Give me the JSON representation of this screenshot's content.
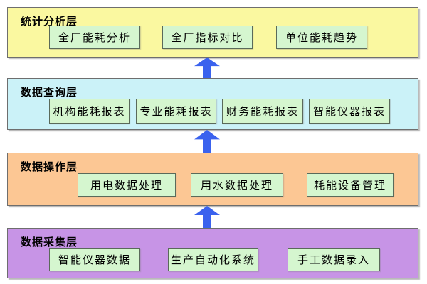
{
  "diagram": {
    "arrow": {
      "color": "#3A62EE",
      "direction": "up"
    },
    "box_fill": "#D5F6CF",
    "layers": [
      {
        "label": "统计分析层",
        "color": "#FAF8A0",
        "boxes": [
          {
            "label": "全厂能耗分析"
          },
          {
            "label": "全厂指标对比"
          },
          {
            "label": "单位能耗趋势"
          }
        ]
      },
      {
        "label": "数据查询层",
        "color": "#CBF2F8",
        "boxes": [
          {
            "label": "机构能耗报表"
          },
          {
            "label": "专业能耗报表"
          },
          {
            "label": "财务能耗报表"
          },
          {
            "label": "智能仪器报表"
          }
        ]
      },
      {
        "label": "数据操作层",
        "color": "#FCC794",
        "boxes": [
          {
            "label": "用电数据处理"
          },
          {
            "label": "用水数据处理"
          },
          {
            "label": "耗能设备管理"
          }
        ]
      },
      {
        "label": "数据采集层",
        "color": "#C794E6",
        "boxes": [
          {
            "label": "智能仪器数据"
          },
          {
            "label": "生产自动化系统"
          },
          {
            "label": "手工数据录入"
          }
        ]
      }
    ]
  }
}
